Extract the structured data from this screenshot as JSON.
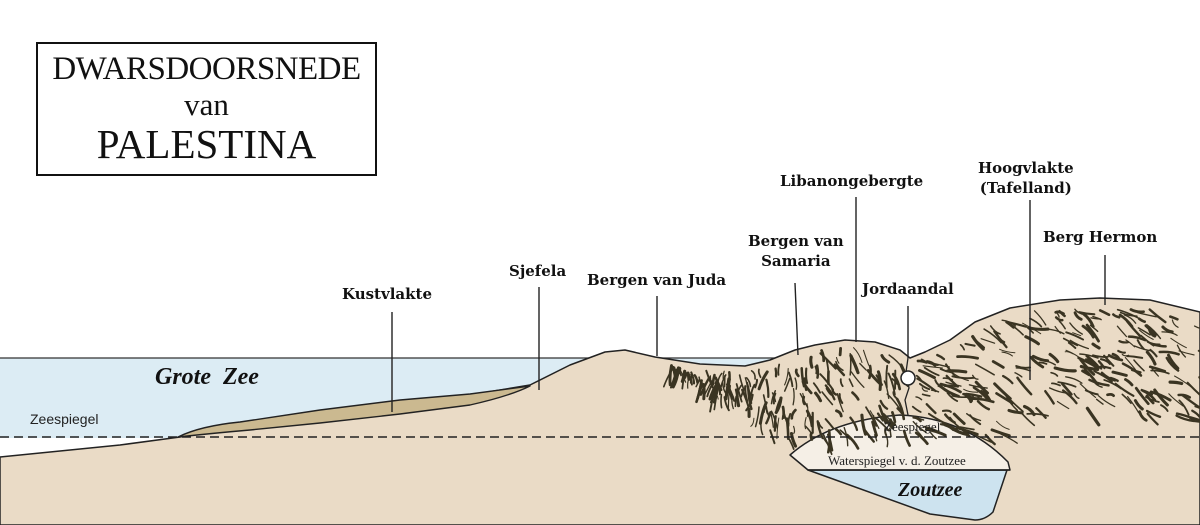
{
  "title": {
    "line1": "DWARSDOORSNEDE",
    "line2": "van",
    "line3": "PALESTINA"
  },
  "labels": {
    "kustvlakte": "Kustvlakte",
    "sjefela": "Sjefela",
    "bergen_juda": "Bergen van Juda",
    "bergen_samaria_1": "Bergen van",
    "bergen_samaria_2": "Samaria",
    "libanon": "Libanongebergte",
    "jordaandal": "Jordaandal",
    "hoogvlakte_1": "Hoogvlakte",
    "hoogvlakte_2": "(Tafelland)",
    "hermon": "Berg Hermon",
    "grote_zee": "Grote  Zee",
    "zeespiegel": "Zeespiegel",
    "zeespiegel_small": "Zeespiegel",
    "waterspiegel": "Waterspiegel v. d. Zoutzee",
    "zoutzee": "Zoutzee"
  },
  "colors": {
    "sea": "#dcecf4",
    "land": "#eadbc6",
    "coastal_sediment": "#cbb990",
    "dead_sea": "#cde3ef",
    "hatch": "#3a3422",
    "outline": "#222222"
  }
}
